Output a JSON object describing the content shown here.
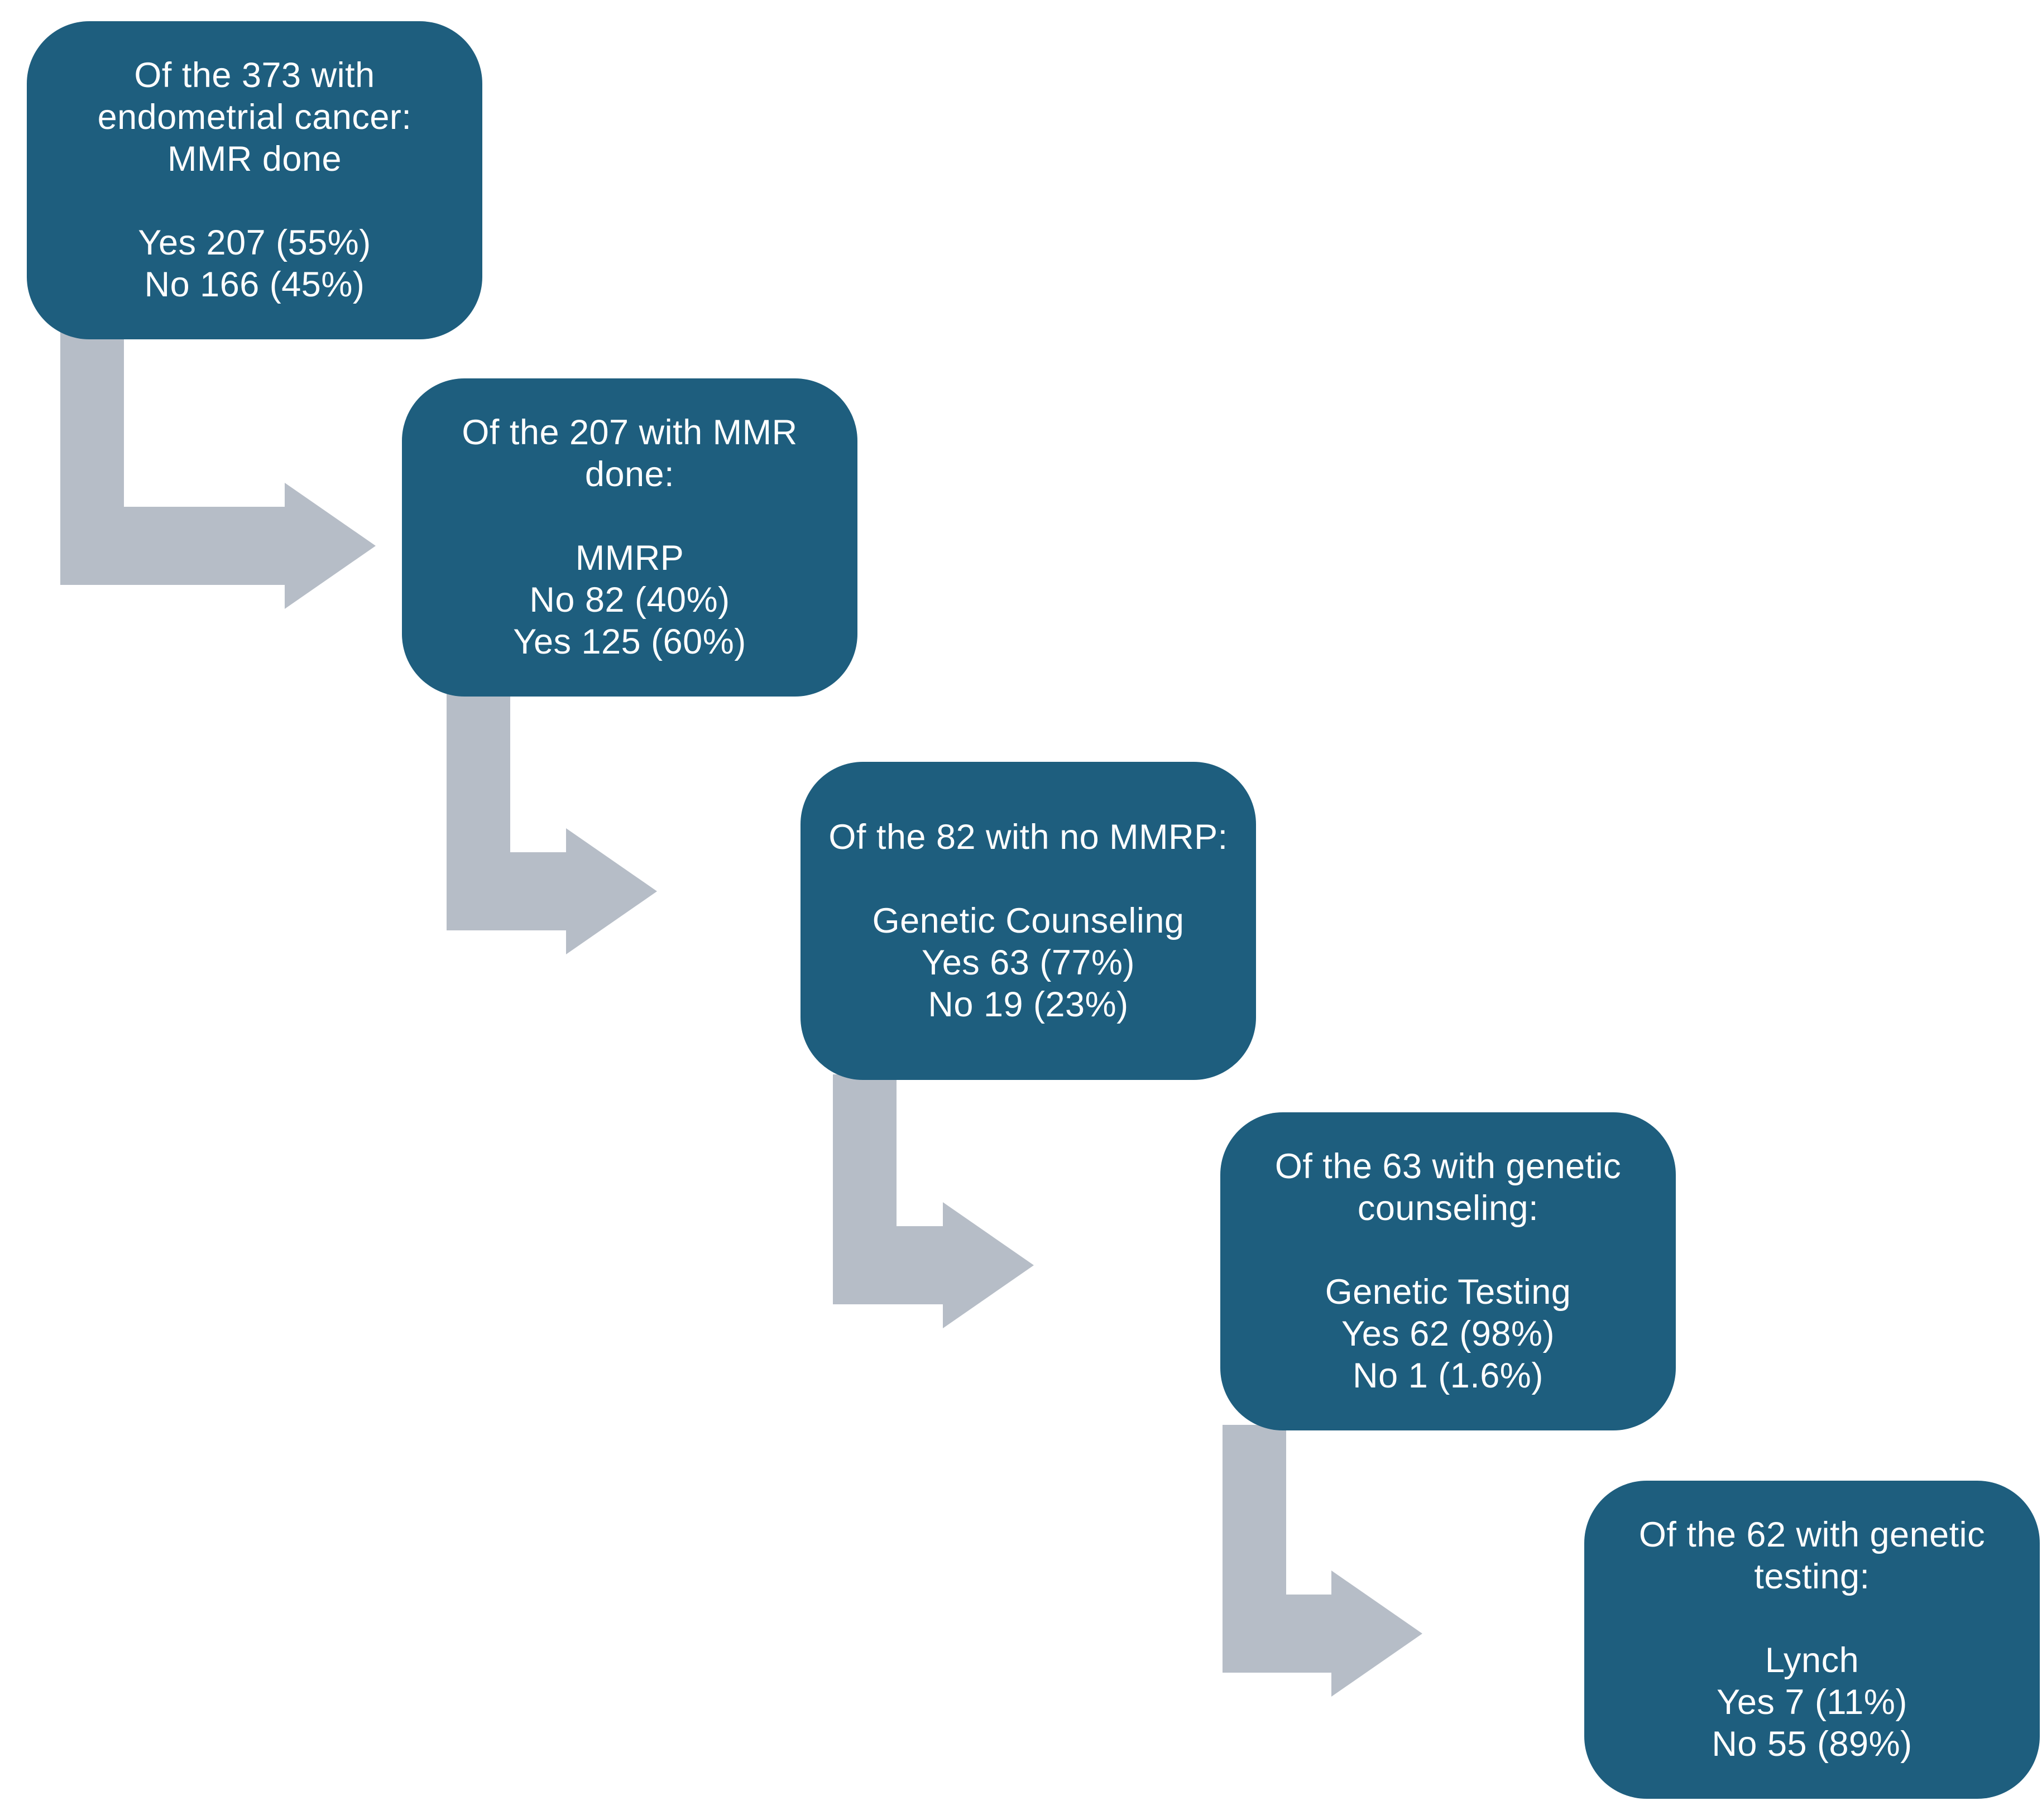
{
  "diagram": {
    "type": "cascade-flowchart",
    "colors": {
      "box_fill": "#1e5e7e",
      "arrow": "#b6bdc7",
      "text": "#ffffff",
      "background": "#ffffff"
    },
    "connections": [
      {
        "from": 1,
        "to": 2
      },
      {
        "from": 2,
        "to": 3
      },
      {
        "from": 3,
        "to": 4
      },
      {
        "from": 4,
        "to": 5
      }
    ]
  },
  "boxes": [
    {
      "id": "endometrial-cancer-mmr-done",
      "header": "Of the 373 with\nendometrial cancer:\nMMR done",
      "details": "Yes 207 (55%)\nNo 166 (45%)"
    },
    {
      "id": "mmr-done-mmrp",
      "header": "Of the 207 with MMR\ndone:",
      "details": "MMRP\nNo 82 (40%)\nYes 125 (60%)"
    },
    {
      "id": "no-mmrp-genetic-counseling",
      "header": "Of the 82 with no MMRP:",
      "details": "Genetic Counseling\nYes 63 (77%)\nNo 19 (23%)"
    },
    {
      "id": "genetic-counseling-genetic-testing",
      "header": "Of the 63 with genetic\ncounseling:",
      "details": "Genetic Testing\nYes 62 (98%)\nNo 1 (1.6%)"
    },
    {
      "id": "genetic-testing-lynch",
      "header": "Of the 62 with genetic\ntesting:",
      "details": "Lynch\nYes 7 (11%)\nNo 55 (89%)"
    }
  ]
}
